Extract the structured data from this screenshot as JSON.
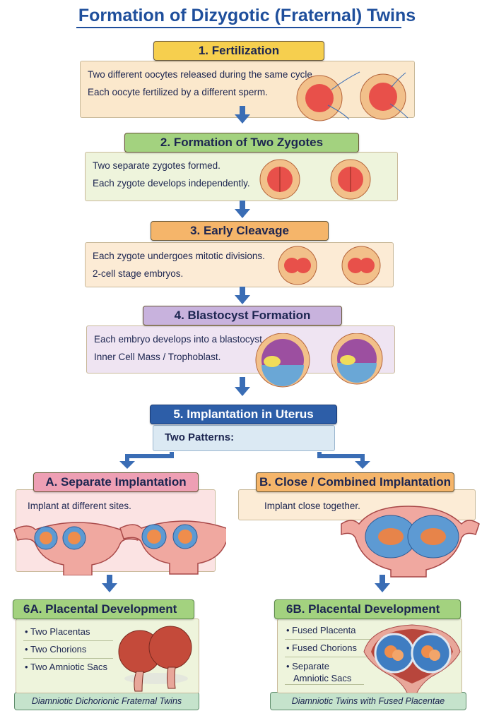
{
  "title": "Formation of Dizygotic (Fraternal) Twins",
  "steps": [
    {
      "header": "1. Fertilization",
      "lines": [
        "Two different oocytes released during the same cycle.",
        "Each oocyte fertilized by a different sperm."
      ],
      "color": "#f6cf4e",
      "bg": "#fbe8cc"
    },
    {
      "header": "2. Formation of Two Zygotes",
      "lines": [
        "Two separate zygotes formed.",
        "Each zygote develops independently."
      ],
      "color": "#a3d27f",
      "bg": "#eef4dc"
    },
    {
      "header": "3. Early Cleavage",
      "lines": [
        "Each zygote undergoes mitotic divisions.",
        "2-cell stage embryos."
      ],
      "color": "#f5b56a",
      "bg": "#fcebd5"
    },
    {
      "header": "4. Blastocyst Formation",
      "lines": [
        "Each embryo develops into a blastocyst.",
        "Inner Cell Mass / Trophoblast."
      ],
      "color": "#c8b2dd",
      "bg": "#efe4f2"
    },
    {
      "header": "5. Implantation in Uterus",
      "lines": [
        "Two Patterns:"
      ],
      "color": "#2d5ea8",
      "bg": "#dbe9f3"
    }
  ],
  "branches": {
    "a": {
      "header": "A. Separate Implantation",
      "text": "Implant at different sites.",
      "color": "#ee9fb4",
      "bg": "#fbe3e3"
    },
    "b": {
      "header": "B. Close / Combined Implantation",
      "text": "Implant close together.",
      "color": "#f5b56a",
      "bg": "#fcecd6"
    }
  },
  "placental": {
    "a": {
      "header": "6A. Placental Development",
      "bullets": [
        "Two Placentas",
        "Two Chorions",
        "Two Amniotic Sacs"
      ],
      "footer": "Diamniotic Dichorionic Fraternal Twins"
    },
    "b": {
      "header": "6B. Placental Development",
      "bullets": [
        "Fused Placenta",
        "Fused Chorions",
        "Separate Amniotic Sacs"
      ],
      "footer": "Diamniotic Twins with Fused Placentae"
    }
  },
  "colors": {
    "arrow": "#3a6db5",
    "title": "#1f4f9c",
    "green_header": "#a3d27f",
    "footer": "#c5e3cc"
  }
}
